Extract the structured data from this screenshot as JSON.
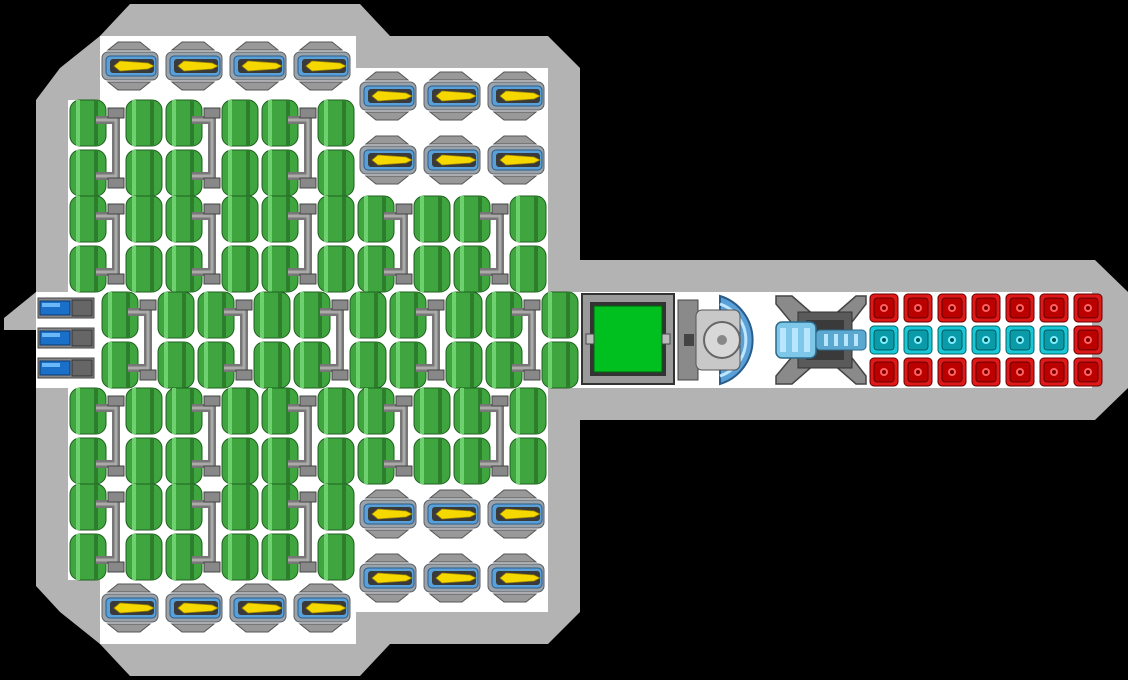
{
  "colors": {
    "background": "#000000",
    "hull": "#b3b3b3",
    "floor": "#ffffff",
    "cargo_green": "#3fa53f",
    "cargo_green_dark": "#2c7d2c",
    "pipe_gray": "#8a8a8a",
    "thruster_yellow": "#f5d800",
    "thruster_blue": "#5aa0d8",
    "control_green": "#00c020",
    "turret_blue": "#7fc7e8",
    "reactor_red": "#e01818",
    "reactor_cyan": "#18c8d8"
  },
  "ship": {
    "thrusters_upper_top_row": [
      "thruster-icon",
      "thruster-icon",
      "thruster-icon",
      "thruster-icon"
    ],
    "thrusters_upper_right_rows": 2,
    "thrusters_lower_right_rows": 2,
    "thrusters_lower_bottom_row": [
      "thruster-icon",
      "thruster-icon",
      "thruster-icon",
      "thruster-icon"
    ],
    "cargo_layout": "cargo-container-icon",
    "front_thrusters": [
      "front-thruster-icon",
      "front-thruster-icon",
      "front-thruster-icon"
    ],
    "control_module": "green-control-block-icon",
    "gyro": "semicircle-gyro-icon",
    "turret": "blue-turret-icon",
    "reactor_grid": {
      "rows": [
        [
          "red",
          "red",
          "red",
          "red",
          "red",
          "red",
          "red"
        ],
        [
          "cyan",
          "cyan",
          "cyan",
          "cyan",
          "cyan",
          "cyan",
          "red"
        ],
        [
          "red",
          "red",
          "red",
          "red",
          "red",
          "red",
          "red"
        ]
      ]
    }
  }
}
